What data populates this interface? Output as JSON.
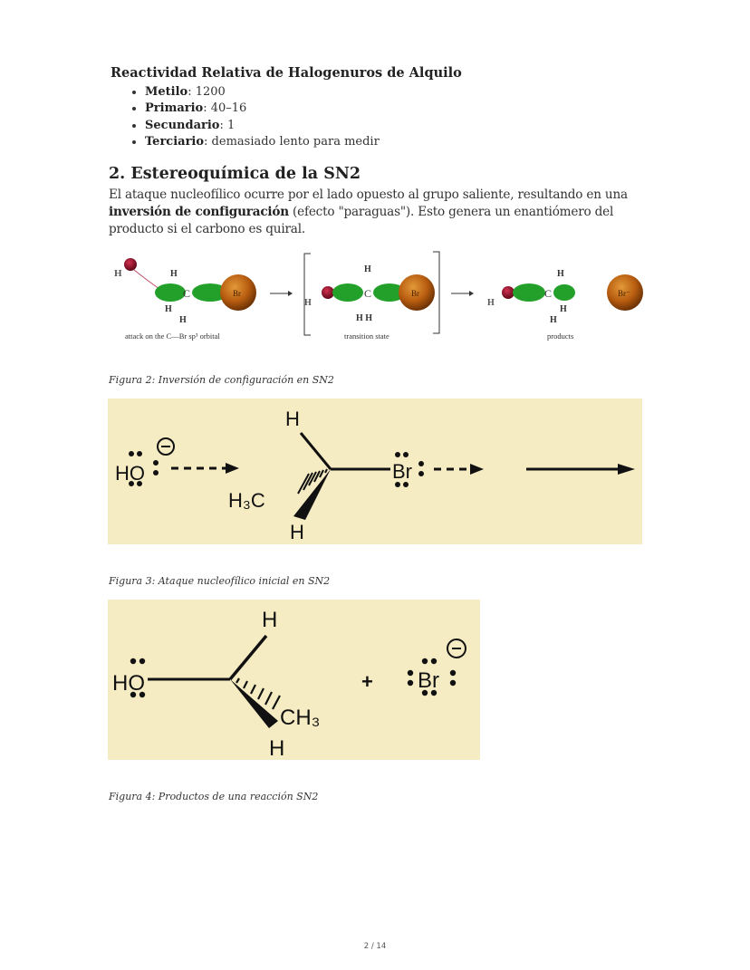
{
  "reactivity": {
    "heading": "Reactividad Relativa de Halogenuros de Alquilo",
    "items": [
      {
        "label": "Metilo",
        "value": ": 1200"
      },
      {
        "label": "Primario",
        "value": ": 40–16"
      },
      {
        "label": "Secundario",
        "value": ": 1"
      },
      {
        "label": "Terciario",
        "value": ": demasiado lento para medir"
      }
    ]
  },
  "section": {
    "title": "2. Estereoquímica de la SN2",
    "para_part1": "El ataque nucleofílico ocurre por el lado opuesto al grupo saliente, resultando en una ",
    "para_bold": "inversión de configuración",
    "para_part2": " (efecto \"paraguas\"). Esto genera un enantiómero del producto si el carbono es quiral."
  },
  "figures": [
    {
      "caption": "Figura 2: Inversión de configuración en SN2",
      "labels": {
        "attack": "attack on the C—Br sp³ orbital",
        "transition": "transition state",
        "products": "products",
        "br": "Br",
        "br_minus": "Br⁻",
        "c": "C",
        "h": "H"
      }
    },
    {
      "caption": "Figura 3: Ataque nucleofílico inicial en SN2",
      "labels": {
        "ho": "HO",
        "h3c": "H₃C",
        "br": "Br",
        "h": "H"
      }
    },
    {
      "caption": "Figura 4: Productos de una reacción SN2",
      "labels": {
        "ho": "HO",
        "ch3": "CH₃",
        "br": "Br",
        "h": "H",
        "plus": "+"
      }
    }
  ],
  "footer": {
    "page": "2 / 14"
  }
}
